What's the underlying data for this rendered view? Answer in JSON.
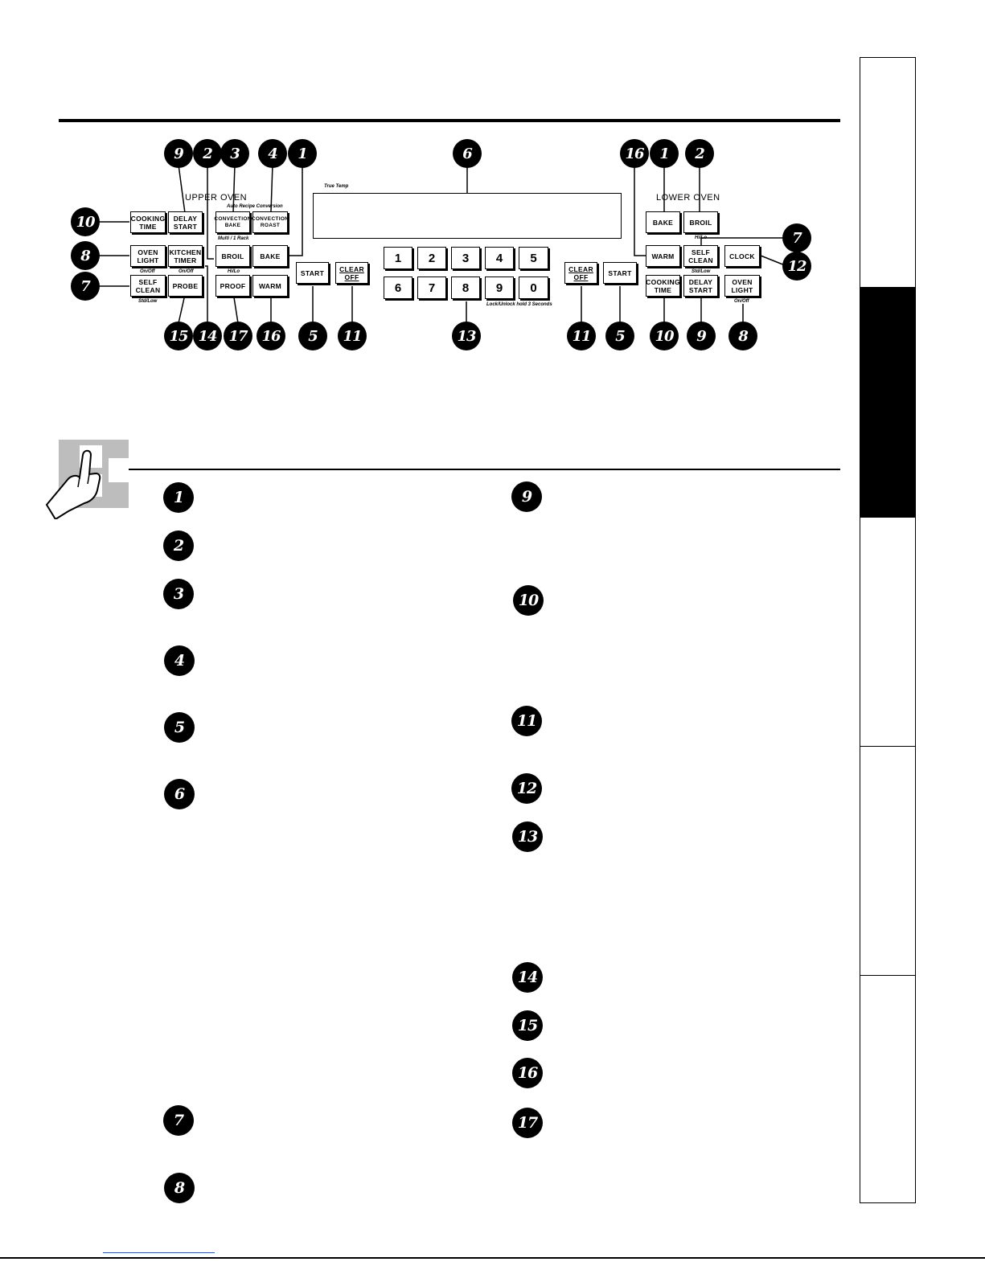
{
  "diagram": {
    "upper_oven": {
      "heading": "Upper Oven",
      "keys": {
        "cooking_time": "Cooking\nTime",
        "delay_start": "Delay\nStart",
        "convection_bake": "Convection\nBake",
        "convection_roast": "Convection\nRoast",
        "oven_light": "Oven\nLight",
        "kitchen_timer": "Kitchen\nTimer",
        "broil": "Broil",
        "bake": "Bake",
        "self_clean": "Self\nClean",
        "probe": "Probe",
        "proof": "Proof",
        "warm": "Warm"
      },
      "sub": {
        "auto_recipe": "Auto Recipe Conversion",
        "multi_rack": "Multi / 1 Rack",
        "oven_light": "On/Off",
        "kitchen_timer": "On/Off",
        "broil": "Hi/Lo",
        "self_clean": "Std/Low"
      }
    },
    "center": {
      "start": "Start",
      "clear_off": "Clear\nOff",
      "true_temp": "True Temp",
      "keypad": [
        "1",
        "2",
        "3",
        "4",
        "5",
        "6",
        "7",
        "8",
        "9",
        "0"
      ],
      "lock_note": "Lock/Unlock hold 3 Seconds",
      "clear_off_lower": "Clear\nOff",
      "start_lower": "Start"
    },
    "lower_oven": {
      "heading": "Lower Oven",
      "keys": {
        "bake": "Bake",
        "broil": "Broil",
        "warm": "Warm",
        "self_clean": "Self\nClean",
        "clock": "Clock",
        "cooking_time": "Cooking\nTime",
        "delay_start": "Delay\nStart",
        "oven_light": "Oven\nLight"
      },
      "sub": {
        "broil": "Hi/Lo",
        "self_clean": "Std/Low",
        "oven_light": "On/Off"
      }
    },
    "callouts": {
      "top_upper": [
        "9",
        "2",
        "3",
        "4",
        "1"
      ],
      "top_center": "6",
      "top_lower": [
        "16",
        "1",
        "2"
      ],
      "left": [
        "10",
        "8",
        "7"
      ],
      "right": [
        "7",
        "12"
      ],
      "bottom_upper": [
        "15",
        "14",
        "17",
        "16",
        "5",
        "11"
      ],
      "bottom_center": "13",
      "bottom_lower": [
        "11",
        "5",
        "10",
        "9",
        "8"
      ]
    }
  },
  "legend": {
    "left_column": [
      "1",
      "2",
      "3",
      "4",
      "5",
      "6",
      "7",
      "8"
    ],
    "right_column": [
      "9",
      "10",
      "11",
      "12",
      "13",
      "14",
      "15",
      "16",
      "17"
    ]
  }
}
